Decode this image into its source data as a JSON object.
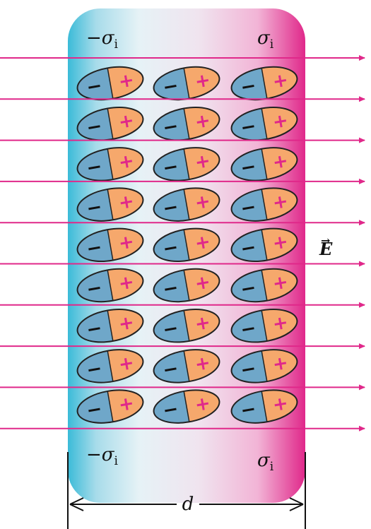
{
  "labels": {
    "sigma_top_left_sign": "−",
    "sigma_top_left": "σ",
    "sigma_top_left_sub": "i",
    "sigma_top_right": "σ",
    "sigma_top_right_sub": "i",
    "sigma_bottom_left_sign": "−",
    "sigma_bottom_left": "σ",
    "sigma_bottom_left_sub": "i",
    "sigma_bottom_right": "σ",
    "sigma_bottom_right_sub": "i",
    "field_vector": "E",
    "field_arrow": "→",
    "distance": "d"
  },
  "molecule_signs": {
    "negative": "−",
    "positive": "+"
  },
  "molecules": {
    "rows": 9,
    "columns": 3
  },
  "field_lines": {
    "count": 10
  },
  "colors": {
    "field_line": "#e0288a",
    "slab_left": "#39b8d6",
    "slab_right": "#e0288a",
    "negative_half": "#6fa7c9",
    "positive_half": "#f6a86c",
    "plus_sign": "#e0288a",
    "minus_sign": "#111111",
    "dimension": "#111111"
  }
}
